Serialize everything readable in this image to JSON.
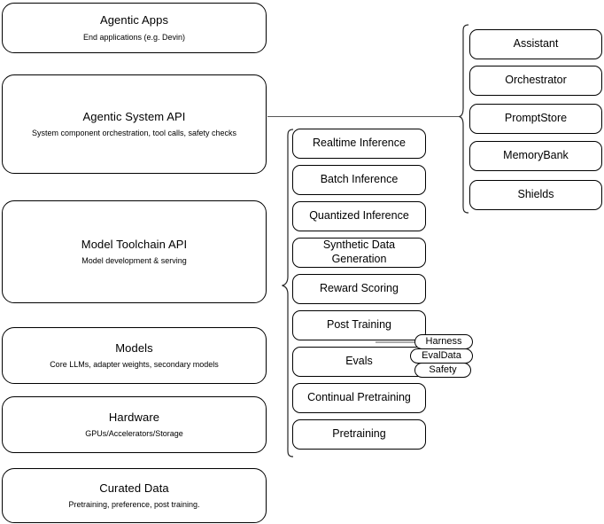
{
  "diagram": {
    "title": "AI Stack Layers",
    "background": "#ffffff",
    "stroke": "#000000",
    "connector_color": "#4d4d4d"
  },
  "layers": [
    {
      "id": "agentic-apps",
      "title": "Agentic Apps",
      "subtitle": "End applications (e.g. Devin)"
    },
    {
      "id": "agentic-system-api",
      "title": "Agentic System API",
      "subtitle": "System component orchestration, tool calls, safety checks"
    },
    {
      "id": "model-toolchain-api",
      "title": "Model Toolchain API",
      "subtitle": "Model development & serving"
    },
    {
      "id": "models",
      "title": "Models",
      "subtitle": "Core LLMs, adapter weights, secondary models"
    },
    {
      "id": "hardware",
      "title": "Hardware",
      "subtitle": "GPUs/Accelerators/Storage"
    },
    {
      "id": "curated-data",
      "title": "Curated Data",
      "subtitle": "Pretraining, preference, post training."
    }
  ],
  "toolchain_capabilities": [
    {
      "id": "realtime-inference",
      "label": "Realtime Inference"
    },
    {
      "id": "batch-inference",
      "label": "Batch Inference"
    },
    {
      "id": "quantized-inference",
      "label": "Quantized Inference"
    },
    {
      "id": "synthetic-data-generation",
      "label": "Synthetic Data Generation"
    },
    {
      "id": "reward-scoring",
      "label": "Reward Scoring"
    },
    {
      "id": "post-training",
      "label": "Post Training"
    },
    {
      "id": "evals",
      "label": "Evals"
    },
    {
      "id": "continual-pretraining",
      "label": "Continual Pretraining"
    },
    {
      "id": "pretraining",
      "label": "Pretraining"
    }
  ],
  "system_components": [
    {
      "id": "assistant",
      "label": "Assistant"
    },
    {
      "id": "orchestrator",
      "label": "Orchestrator"
    },
    {
      "id": "promptstore",
      "label": "PromptStore"
    },
    {
      "id": "memorybank",
      "label": "MemoryBank"
    },
    {
      "id": "shields",
      "label": "Shields"
    }
  ],
  "evals_subcomponents": [
    {
      "id": "harness",
      "label": "Harness"
    },
    {
      "id": "evaldata",
      "label": "EvalData"
    },
    {
      "id": "safety",
      "label": "Safety"
    }
  ]
}
